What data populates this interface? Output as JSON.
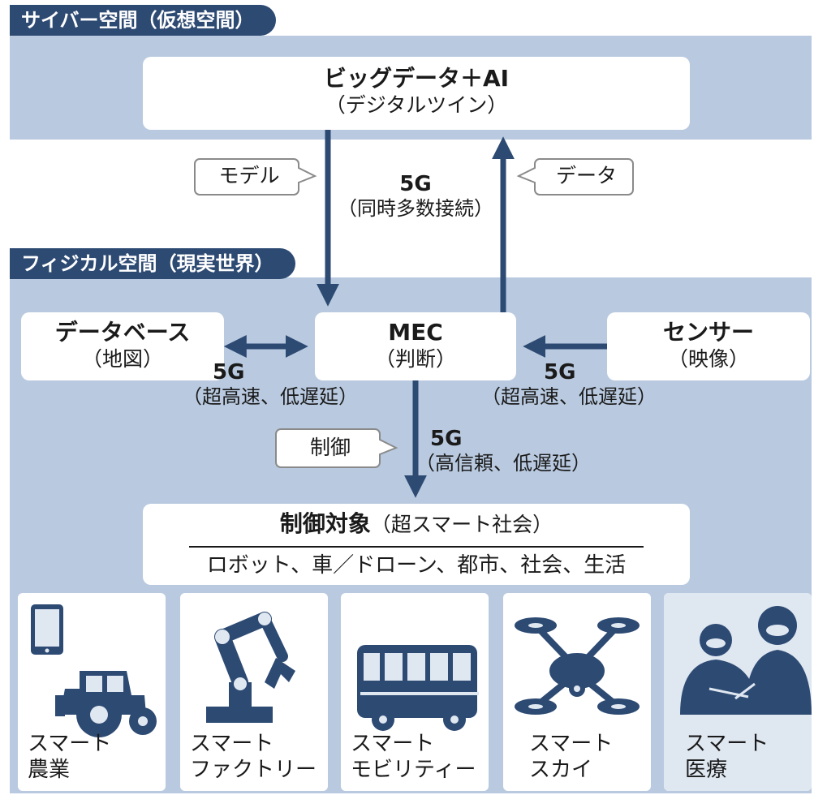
{
  "zones": {
    "cyber": "サイバー空間（仮想空間）",
    "physical": "フィジカル空間（現実世界）"
  },
  "nodes": {
    "bigdata": {
      "title": "ビッグデータ＋AI",
      "sub": "（デジタルツイン）"
    },
    "database": {
      "title": "データベース",
      "sub": "（地図）"
    },
    "mec": {
      "title": "MEC",
      "sub": "（判断）"
    },
    "sensor": {
      "title": "センサー",
      "sub": "（映像）"
    },
    "target": {
      "title": "制御対象",
      "title_sub": "（超スマート社会）",
      "items": "ロボット、車／ドローン、都市、社会、生活"
    }
  },
  "callouts": {
    "model": "モデル",
    "data": "データ",
    "control": "制御"
  },
  "links": {
    "cloud": {
      "name": "5G",
      "desc": "（同時多数接続）"
    },
    "database": {
      "name": "5G",
      "desc": "（超高速、低遅延）"
    },
    "sensor": {
      "name": "5G",
      "desc": "（超高速、低遅延）"
    },
    "control": {
      "name": "5G",
      "desc": "（高信頼、低遅延）"
    }
  },
  "cards": [
    {
      "line1": "スマート",
      "line2": "農業",
      "icon": "tractor-icon"
    },
    {
      "line1": "スマート",
      "line2": "ファクトリー",
      "icon": "robot-arm-icon"
    },
    {
      "line1": "スマート",
      "line2": "モビリティー",
      "icon": "bus-icon"
    },
    {
      "line1": "スマート",
      "line2": "スカイ",
      "icon": "drone-icon"
    },
    {
      "line1": "スマート",
      "line2": "医療",
      "icon": "surgeons-icon"
    }
  ],
  "colors": {
    "navy": "#2d4a73",
    "zone": "#b9cae0",
    "light": "#dfe7f1"
  }
}
